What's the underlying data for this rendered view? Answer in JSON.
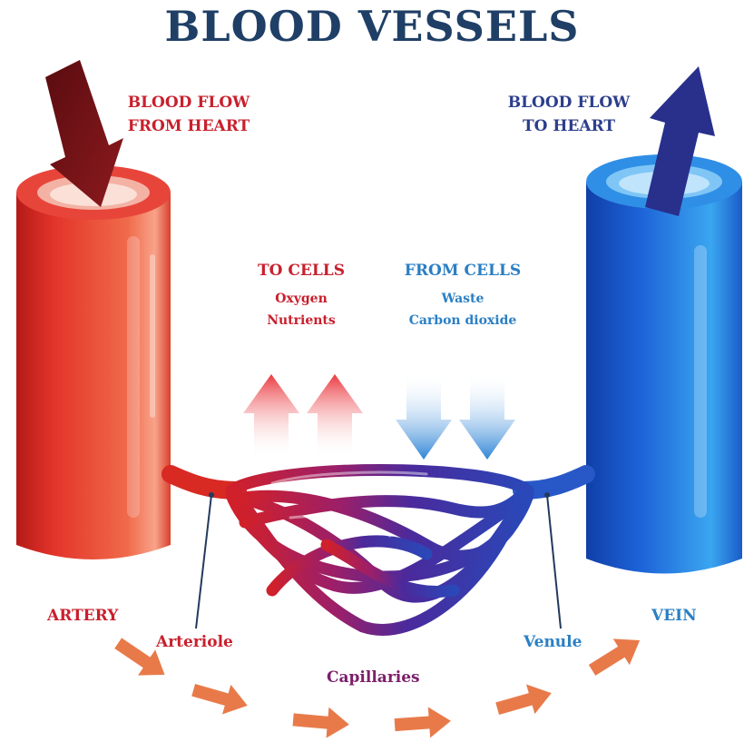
{
  "title": "BLOOD VESSELS",
  "flow_from_heart": [
    "BLOOD FLOW",
    "FROM HEART"
  ],
  "flow_to_heart": [
    "BLOOD FLOW",
    "TO HEART"
  ],
  "to_cells": {
    "heading": "TO CELLS",
    "items": [
      "Oxygen",
      "Nutrients"
    ]
  },
  "from_cells": {
    "heading": "FROM CELLS",
    "items": [
      "Waste",
      "Carbon dioxide"
    ]
  },
  "labels": {
    "artery": "ARTERY",
    "arteriole": "Arteriole",
    "capillaries": "Capillaries",
    "venule": "Venule",
    "vein": "VEIN"
  },
  "colors": {
    "title": "#1f3f66",
    "artery_red": "#e2372a",
    "vein_blue": "#1f6fe0",
    "capillary_purple": "#4a2d9a",
    "label_red": "#c8202d",
    "label_blue": "#2a7fc4",
    "label_navy": "#2c3e8c",
    "label_purple": "#7b1f6a"
  },
  "icons": [
    "down-arrow-icon",
    "up-arrow-icon",
    "flow-arrow-icon"
  ]
}
